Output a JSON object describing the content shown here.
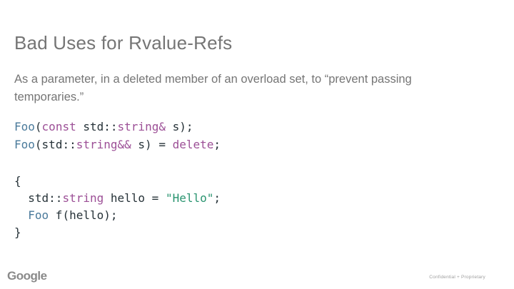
{
  "slide": {
    "title": "Bad Uses for Rvalue-Refs",
    "body_lines": [
      "As a parameter, in a deleted member of an overload set, to “prevent passing",
      "temporaries.”"
    ],
    "footer": {
      "logo_text": "Google",
      "confidentiality": "Confidential + Proprietary"
    },
    "colors": {
      "background": "#ffffff",
      "title_text": "#757575",
      "body_text": "#757575",
      "code_plain": "#263238",
      "code_keyword": "#9c4f96",
      "code_type": "#4a7a9b",
      "code_string": "#2a9470",
      "logo_gray": "#8a8a8a",
      "footer_text": "#9e9e9e"
    }
  },
  "code_blocks": [
    {
      "lines": [
        [
          {
            "text": "Foo",
            "style": "type"
          },
          {
            "text": "(",
            "style": "plain"
          },
          {
            "text": "const",
            "style": "keyword"
          },
          {
            "text": " ",
            "style": "plain"
          },
          {
            "text": "std::",
            "style": "plain"
          },
          {
            "text": "string",
            "style": "keyword"
          },
          {
            "text": "&",
            "style": "keyword"
          },
          {
            "text": " s);",
            "style": "plain"
          }
        ],
        [
          {
            "text": "Foo",
            "style": "type"
          },
          {
            "text": "(",
            "style": "plain"
          },
          {
            "text": "std::",
            "style": "plain"
          },
          {
            "text": "string",
            "style": "keyword"
          },
          {
            "text": "&&",
            "style": "keyword"
          },
          {
            "text": " s) = ",
            "style": "plain"
          },
          {
            "text": "delete",
            "style": "keyword"
          },
          {
            "text": ";",
            "style": "plain"
          }
        ]
      ]
    },
    {
      "lines": [
        [
          {
            "text": "{",
            "style": "plain"
          }
        ],
        [
          {
            "text": "  ",
            "style": "plain"
          },
          {
            "text": "std::",
            "style": "plain"
          },
          {
            "text": "string",
            "style": "keyword"
          },
          {
            "text": " hello = ",
            "style": "plain"
          },
          {
            "text": "\"Hello\"",
            "style": "string"
          },
          {
            "text": ";",
            "style": "plain"
          }
        ],
        [
          {
            "text": "  ",
            "style": "plain"
          },
          {
            "text": "Foo",
            "style": "type"
          },
          {
            "text": " f(hello);",
            "style": "plain"
          }
        ],
        [
          {
            "text": "}",
            "style": "plain"
          }
        ]
      ]
    }
  ]
}
